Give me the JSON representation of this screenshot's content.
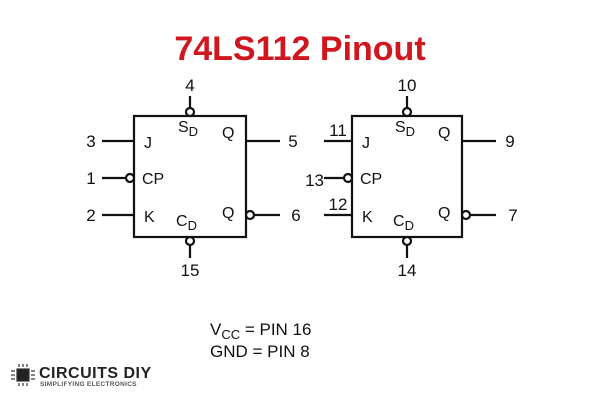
{
  "title": "74LS112 Pinout",
  "colors": {
    "title": "#d0161e",
    "lines": "#111111"
  },
  "flipflops": [
    {
      "pins": {
        "sd": "4",
        "j": "3",
        "cp": "1",
        "k": "2",
        "q": "5",
        "qbar": "6",
        "cd": "15"
      }
    },
    {
      "pins": {
        "sd": "10",
        "j": "11",
        "cp": "13",
        "k": "12",
        "q": "9",
        "qbar": "7",
        "cd": "14"
      }
    }
  ],
  "labels": {
    "j": "J",
    "cp": "CP",
    "k": "K",
    "q": "Q",
    "qbar": "Q",
    "s": "S",
    "c": "C",
    "d": "D"
  },
  "footer": {
    "vcc_v": "V",
    "vcc_sub": "CC",
    "vcc_rest": " = PIN 16",
    "gnd": "GND = PIN 8"
  },
  "logo": {
    "name": "CIRCUITS DIY",
    "tagline": "SIMPLIFYING ELECTRONICS"
  }
}
